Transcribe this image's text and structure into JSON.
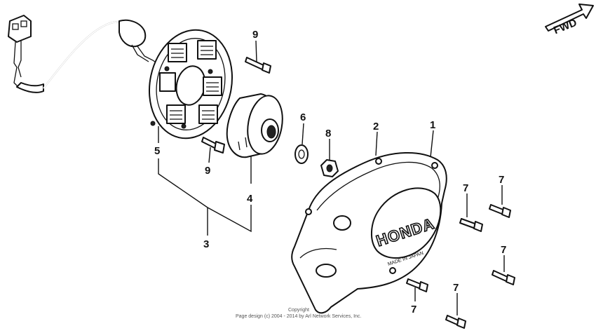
{
  "direction_label": "FWD",
  "callouts": [
    {
      "id": "1",
      "label": "1"
    },
    {
      "id": "2",
      "label": "2"
    },
    {
      "id": "3",
      "label": "3"
    },
    {
      "id": "4",
      "label": "4"
    },
    {
      "id": "5",
      "label": "5"
    },
    {
      "id": "6",
      "label": "6"
    },
    {
      "id": "7a",
      "label": "7"
    },
    {
      "id": "7b",
      "label": "7"
    },
    {
      "id": "7c",
      "label": "7"
    },
    {
      "id": "7d",
      "label": "7"
    },
    {
      "id": "7e",
      "label": "7"
    },
    {
      "id": "8",
      "label": "8"
    },
    {
      "id": "9a",
      "label": "9"
    },
    {
      "id": "9b",
      "label": "9"
    }
  ],
  "cover_brand": "HONDA",
  "cover_made_in": "MADE IN JAPAN",
  "copyright_line1": "Copyright",
  "copyright_line2": "Page design (c) 2004 - 2014 by Arl Network Services, Inc."
}
